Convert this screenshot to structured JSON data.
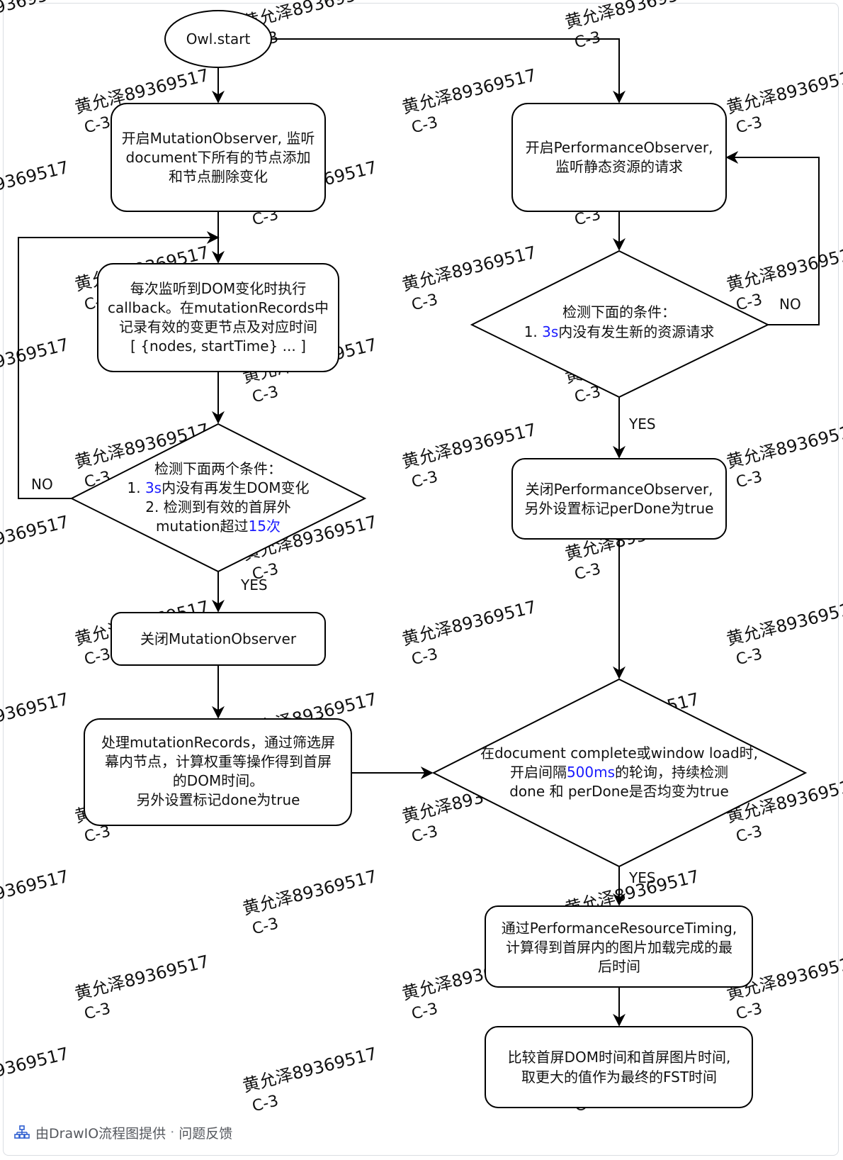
{
  "colors": {
    "highlight": "#1a1aff",
    "stroke": "#000000",
    "watermark": "#d2d2d2"
  },
  "watermark": {
    "text": "黄允泽89369517",
    "sub": "C-3"
  },
  "nodes": {
    "start": "Owl.start",
    "mo_start": [
      "开启MutationObserver, 监听",
      "document下所有的节点添加",
      "和节点删除变化"
    ],
    "callback": [
      "每次监听到DOM变化时执行",
      "callback。在mutationRecords中",
      "记录有效的变更节点及对应时间",
      "[ {nodes, startTime} ... ]"
    ],
    "cond1": {
      "title": "检测下面两个条件：",
      "line1_pre": "1. ",
      "line1_hl": "3s",
      "line1_post": "内没有再发生DOM变化",
      "line2": "2. 检测到有效的首屏外",
      "line3_pre": "mutation超过",
      "line3_hl": "15次"
    },
    "mo_close": "关闭MutationObserver",
    "process": [
      "处理mutationRecords，通过筛选屏",
      "幕内节点，计算权重等操作得到首屏",
      "的DOM时间。",
      "另外设置标记done为true"
    ],
    "po_start": [
      "开启PerformanceObserver,",
      "监听静态资源的请求"
    ],
    "cond2": {
      "title": "检测下面的条件：",
      "line1_pre": "1. ",
      "line1_hl": "3s",
      "line1_post": "内没有发生新的资源请求"
    },
    "po_close": [
      "关闭PerformanceObserver,",
      "另外设置标记perDone为true"
    ],
    "poll": {
      "line1": "在document complete或window load时,",
      "line2_pre": "开启间隔",
      "line2_hl": "500ms",
      "line2_post": "的轮询，持续检测",
      "line3": "done 和 perDone是否均变为true"
    },
    "timing": [
      "通过PerformanceResourceTiming,",
      "计算得到首屏内的图片加载完成的最",
      "后时间"
    ],
    "final": [
      "比较首屏DOM时间和首屏图片时间,",
      "取更大的值作为最终的FST时间"
    ]
  },
  "edge_labels": {
    "no_left": "NO",
    "yes_left": "YES",
    "no_right": "NO",
    "yes_right_1": "YES",
    "yes_right_2": "YES"
  },
  "footer": {
    "icon": "flowchart-icon",
    "provider": "由DrawIO流程图提供",
    "separator": "·",
    "feedback": "问题反馈"
  }
}
